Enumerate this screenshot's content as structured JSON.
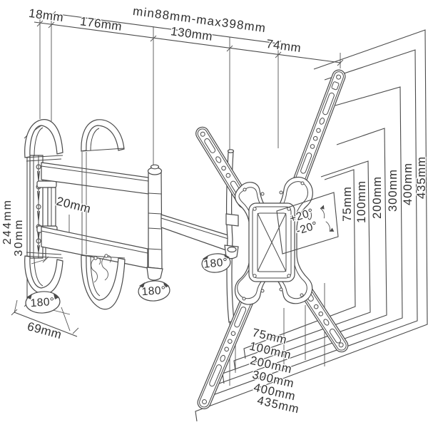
{
  "colors": {
    "line": "#4a4a4a",
    "text": "#2f2f2f",
    "background": "#ffffff"
  },
  "labels": {
    "top": {
      "d18": "18mm",
      "d176": "176mm",
      "range": "min88mm-max398mm",
      "d130": "130mm",
      "d74": "74mm"
    },
    "left": {
      "d244": "244mm",
      "d30": "30mm",
      "d20": "20mm",
      "d69": "69mm"
    },
    "angles": {
      "swivel_wall": "180°",
      "swivel_arm": "180°",
      "swivel_plate": "180°",
      "tilt_plus": "+20°",
      "tilt_minus": "-20°"
    },
    "vesa_right": [
      "75mm",
      "100mm",
      "200mm",
      "300mm",
      "400mm",
      "435mm"
    ],
    "vesa_bottom": [
      "75mm",
      "100mm",
      "200mm",
      "300mm",
      "400mm",
      "435mm"
    ]
  }
}
